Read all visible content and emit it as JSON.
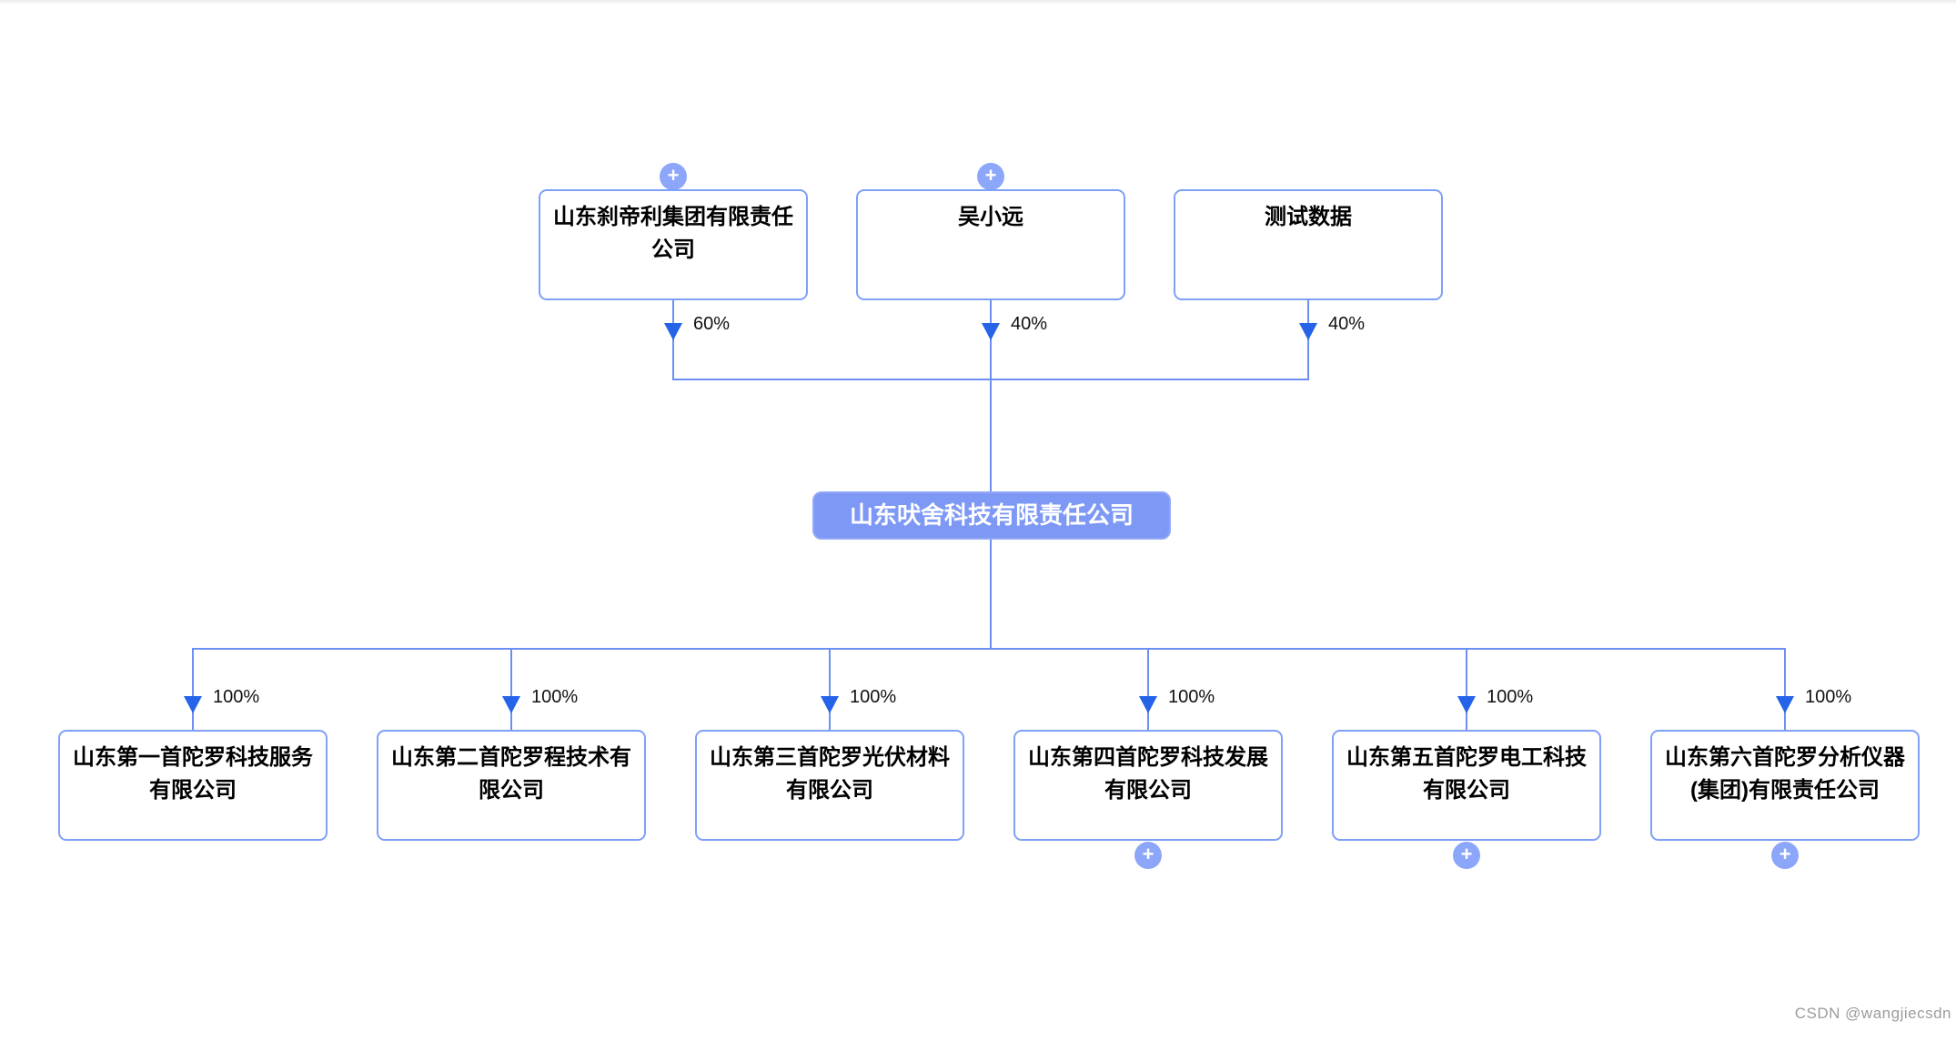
{
  "diagram": {
    "title_hint": "equity-structure-chart",
    "plus_icon": "+",
    "root": {
      "label": "山东吠舍科技有限责任公司"
    },
    "parents": [
      {
        "label": "山东刹帝利集团有限责任公司",
        "percent": "60%",
        "has_add_badge": true
      },
      {
        "label": "吴小远",
        "percent": "40%",
        "has_add_badge": true
      },
      {
        "label": "测试数据",
        "percent": "40%",
        "has_add_badge": false
      }
    ],
    "children": [
      {
        "label": "山东第一首陀罗科技服务有限公司",
        "percent": "100%",
        "has_add_badge": false
      },
      {
        "label": "山东第二首陀罗程技术有限公司",
        "percent": "100%",
        "has_add_badge": false
      },
      {
        "label": "山东第三首陀罗光伏材料有限公司",
        "percent": "100%",
        "has_add_badge": false
      },
      {
        "label": "山东第四首陀罗科技发展有限公司",
        "percent": "100%",
        "has_add_badge": true
      },
      {
        "label": "山东第五首陀罗电工科技有限公司",
        "percent": "100%",
        "has_add_badge": true
      },
      {
        "label": "山东第六首陀罗分析仪器(集团)有限责任公司",
        "percent": "100%",
        "has_add_badge": true
      }
    ]
  },
  "watermark": {
    "text": "CSDN @wangjiecsdn"
  }
}
